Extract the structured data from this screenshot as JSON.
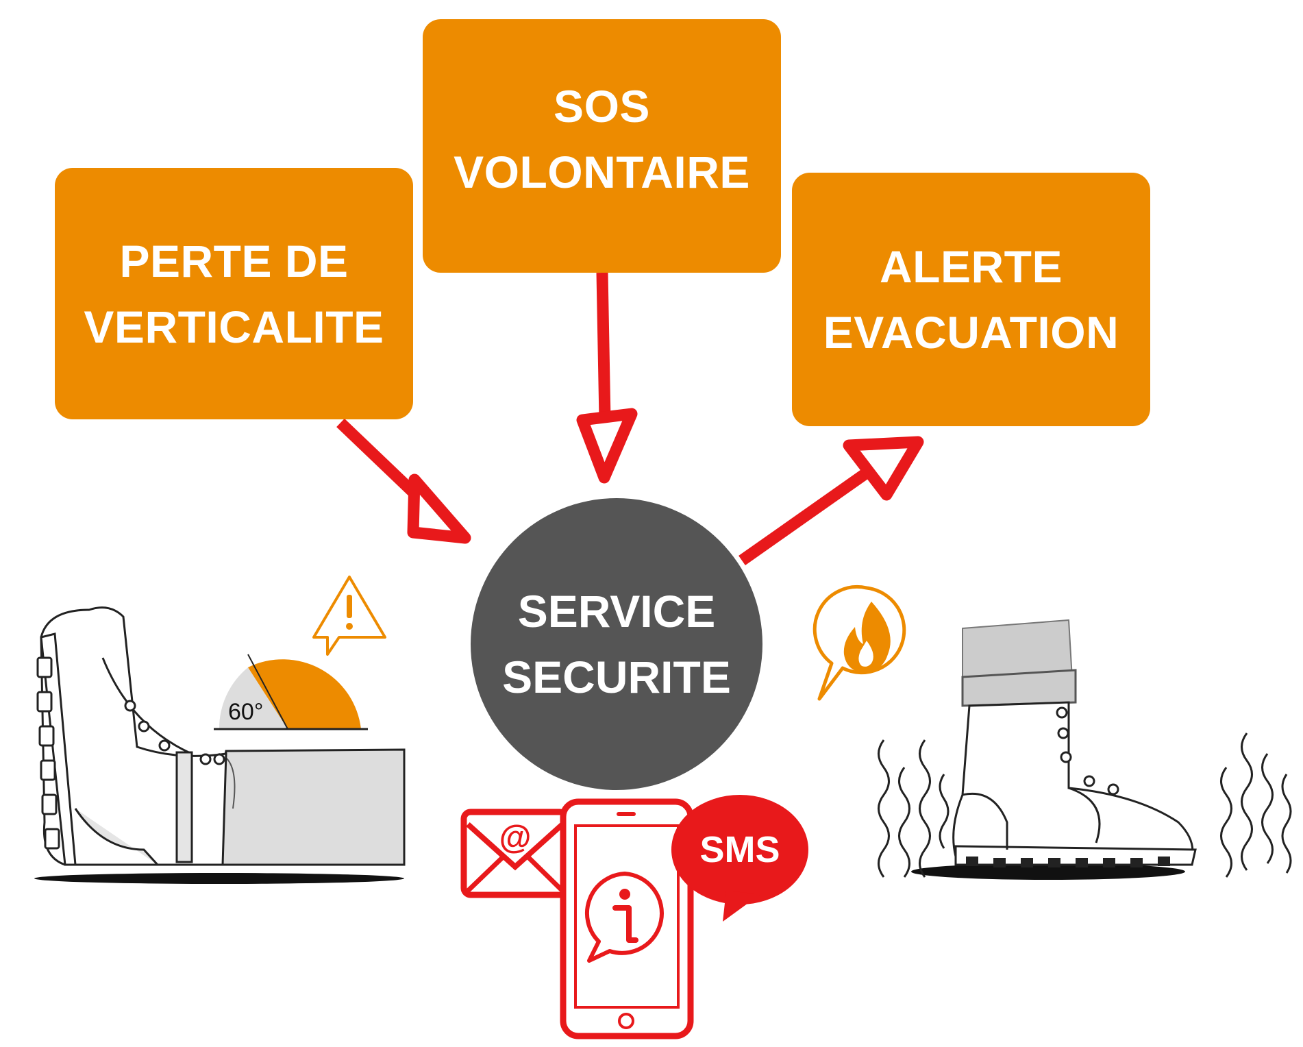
{
  "boxes": {
    "perte": {
      "line1": "PERTE DE",
      "line2": "VERTICALITE"
    },
    "sos": {
      "line1": "SOS",
      "line2": "VOLONTAIRE"
    },
    "alerte": {
      "line1": "ALERTE",
      "line2": "EVACUATION"
    }
  },
  "hub": {
    "line1": "SERVICE",
    "line2": "SECURITE"
  },
  "angle_label": "60°",
  "sms_label": "SMS",
  "email_symbol": "@",
  "icons": [
    "warning-icon",
    "fire-alert-icon",
    "email-icon",
    "smartphone-icon",
    "info-icon",
    "sms-bubble-icon",
    "fallen-boot-illustration",
    "shaking-boot-illustration"
  ],
  "colors": {
    "box": "#ED8B00",
    "hub": "#555555",
    "arrow": "#E8191B",
    "text": "#FFFFFF"
  }
}
